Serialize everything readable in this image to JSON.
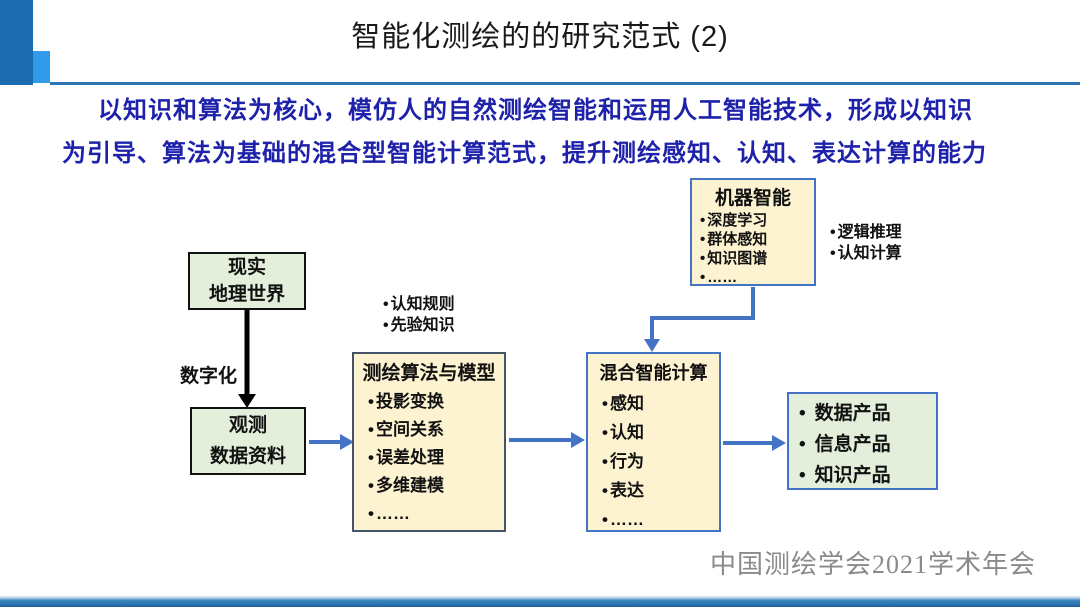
{
  "slide": {
    "title": "智能化测绘的的研究范式 (2)",
    "intro_line1": "以知识和算法为核心，模仿人的自然测绘智能和运用人工智能技术，形成以知识",
    "intro_line2": "为引导、算法为基础的混合型智能计算范式，提升测绘感知、认知、表达计算的能力",
    "footer": "中国测绘学会2021学术年会"
  },
  "diagram": {
    "reality_box": {
      "line1": "现实",
      "line2": "地理世界"
    },
    "digitize_label": "数字化",
    "observation_box": {
      "line1": "观测",
      "line2": "数据资料"
    },
    "cognition_notes": [
      "认知规则",
      "先验知识"
    ],
    "algorithm_box": {
      "title": "测绘算法与模型",
      "items": [
        "投影变换",
        "空间关系",
        "误差处理",
        "多维建模",
        "……"
      ]
    },
    "machine_box": {
      "title": "机器智能",
      "items": [
        "深度学习",
        "群体感知",
        "知识图谱",
        "……"
      ]
    },
    "reasoning_notes": [
      "逻辑推理",
      "认知计算"
    ],
    "hybrid_box": {
      "title": "混合智能计算",
      "items": [
        "感知",
        "认知",
        "行为",
        "表达",
        "……"
      ]
    },
    "product_box": {
      "items": [
        "数据产品",
        "信息产品",
        "知识产品"
      ]
    }
  },
  "colors": {
    "accent_arrow_blue": "#4472c4",
    "title_rule_blue": "#2e75b6",
    "corner_dark_blue": "#1b6cb0",
    "corner_light_blue": "#2f9bea",
    "intro_text_navy": "#1e22aa",
    "cream_box_bg": "#fdf3d1",
    "green_box_bg": "#e3efda",
    "algorithm_box_border": "#44546a",
    "machine_hybrid_border": "#4472c4",
    "black_box_border": "#111111",
    "footer_gray": "#8a8a8a",
    "bottom_bar_blue": "#2e77b5"
  }
}
